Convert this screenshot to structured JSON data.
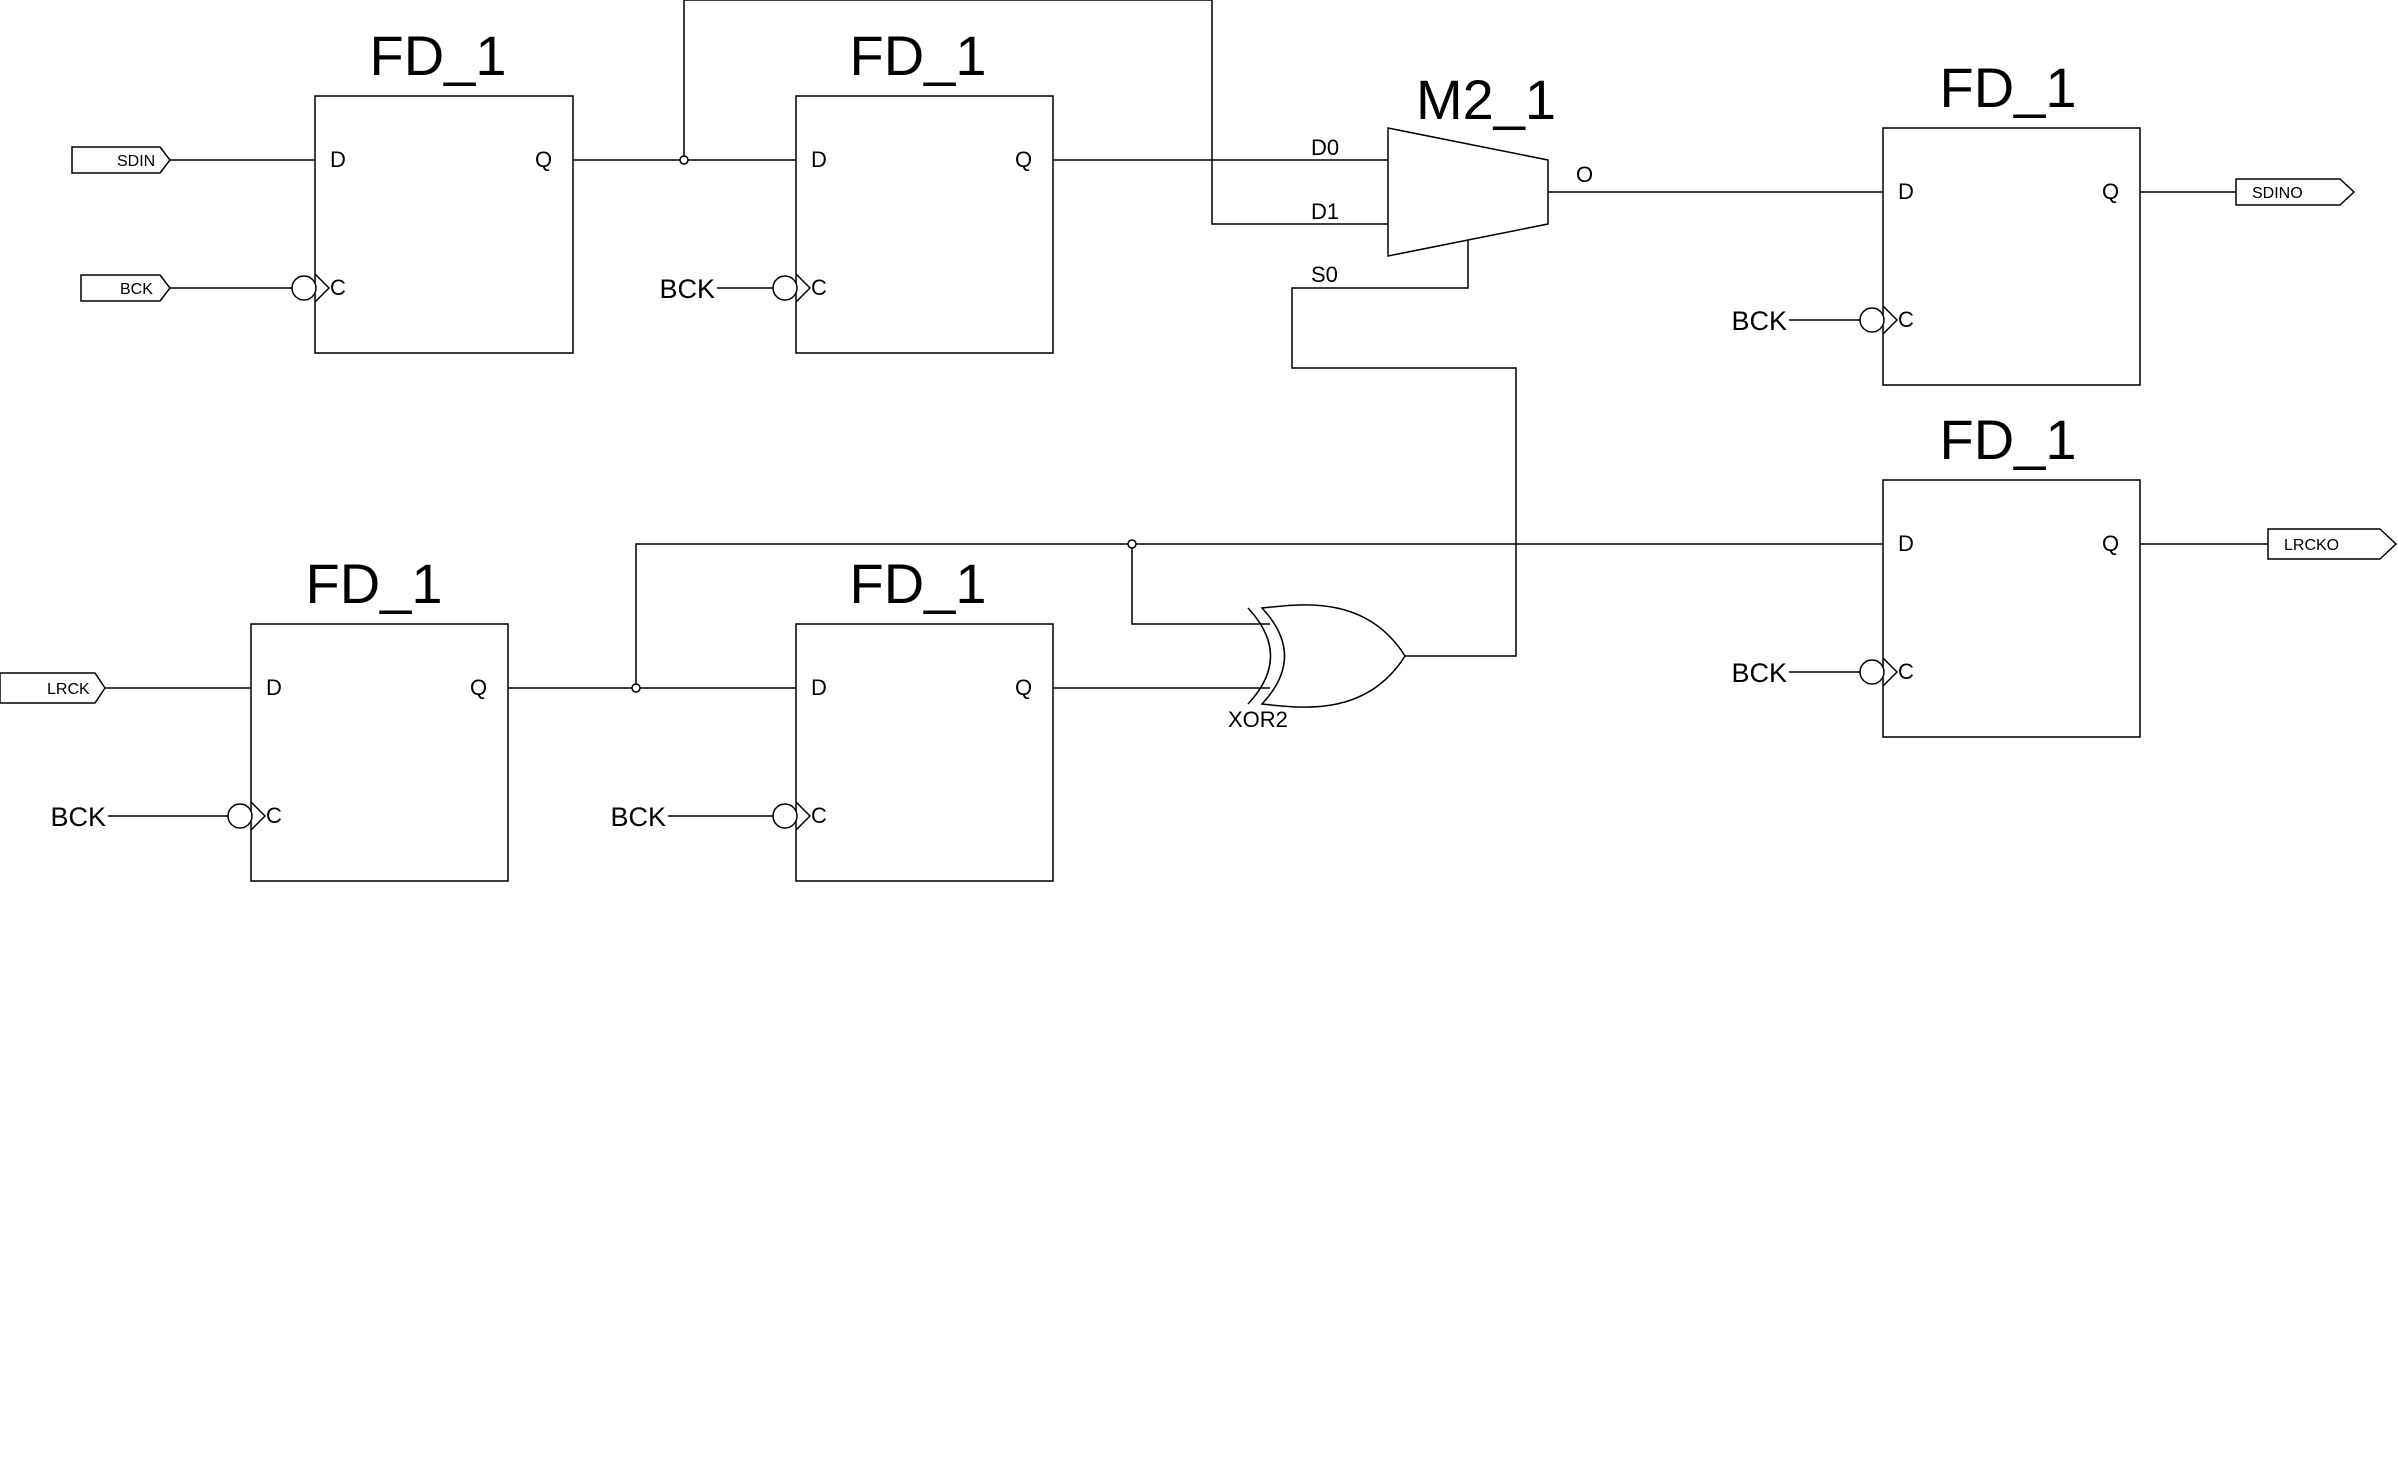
{
  "cells": {
    "ff1": {
      "type": "FD_1",
      "d": "D",
      "q": "Q",
      "c": "C"
    },
    "ff2": {
      "type": "FD_1",
      "d": "D",
      "q": "Q",
      "c": "C",
      "clk": "BCK"
    },
    "ff3": {
      "type": "FD_1",
      "d": "D",
      "q": "Q",
      "c": "C",
      "clk": "BCK"
    },
    "ff4": {
      "type": "FD_1",
      "d": "D",
      "q": "Q",
      "c": "C",
      "clk": "BCK"
    },
    "ff5": {
      "type": "FD_1",
      "d": "D",
      "q": "Q",
      "c": "C",
      "clk": "BCK"
    },
    "ff6": {
      "type": "FD_1",
      "d": "D",
      "q": "Q",
      "c": "C",
      "clk": "BCK"
    },
    "mux": {
      "type": "M2_1",
      "d0": "D0",
      "d1": "D1",
      "s0": "S0",
      "o": "O"
    },
    "xor": {
      "type": "XOR2"
    }
  },
  "ports": {
    "sdin": "SDIN",
    "bck": "BCK",
    "lrck": "LRCK",
    "sdino": "SDINO",
    "lrcko": "LRCKO"
  }
}
